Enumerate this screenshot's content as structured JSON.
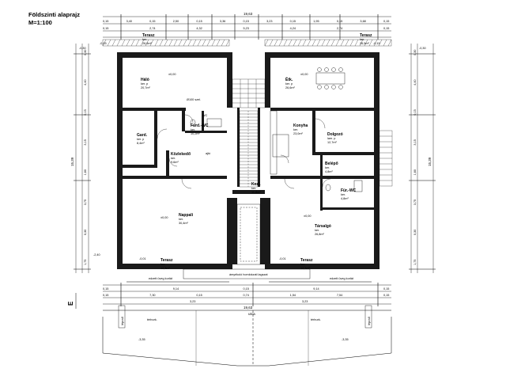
{
  "title": "Földszinti alaprajz",
  "scale": "M=1:100",
  "rooms": [
    {
      "name": "Háló",
      "sub": "ker. p",
      "area": "20,7m²"
    },
    {
      "name": "Étk.",
      "sub": "ker. p",
      "area": "26,6m²"
    },
    {
      "name": "Gard.",
      "sub": "ker. p",
      "area": "8,4m²"
    },
    {
      "name": "Fürd.-WC",
      "sub": "ker.",
      "area": "10,2m²"
    },
    {
      "name": "Konyha",
      "sub": "ker.",
      "area": "23,0m²"
    },
    {
      "name": "Dolgozó",
      "sub": "lam. p",
      "area": "12,7m²"
    },
    {
      "name": "Közlekedő",
      "sub": "ker.",
      "area": "9,6m²"
    },
    {
      "name": "Belépő",
      "sub": "ker.",
      "area": "4,8m²"
    },
    {
      "name": "Kezl.",
      "sub": "ker.",
      "area": "11,8m²"
    },
    {
      "name": "Für.-WC",
      "sub": "ker.",
      "area": "4,8m²"
    },
    {
      "name": "Nappali",
      "sub": "ker.",
      "area": "30,4m²"
    },
    {
      "name": "Társalgó",
      "sub": "ker.",
      "area": "26,8m²"
    },
    {
      "name": "Terasz",
      "sub": "ker.",
      "area": "12,3m²"
    },
    {
      "name": "Terasz",
      "sub": "ker.",
      "area": "12,3m²"
    },
    {
      "name": "Terasz",
      "sub": "ker.",
      "area": "26,5m²"
    },
    {
      "name": "Terasz",
      "sub": "ker.",
      "area": "26,5m²"
    }
  ],
  "labels": {
    "street": "utca",
    "railing_left": "edzett üveg korlát",
    "railing_right": "edzett üveg korlát",
    "lightwell": "ámyékoló homlokzati lagszat",
    "stair_left": "lépcső",
    "stair_right": "lépcső",
    "paving_left": "térburk.",
    "paving_right": "térburk.",
    "wc_tag": "WC",
    "door_tag": "ajtó",
    "pipe": "Ø100 szel."
  },
  "levels": [
    "±0,00",
    "±0,00",
    "±0,00",
    "±0,00",
    "-0,15",
    "-0,15",
    "-0,30",
    "-0,30",
    "-0,01",
    "-0,01",
    "-3,35",
    "-3,35",
    "-2,40"
  ],
  "dimensions": {
    "top_total": "19,63",
    "top_row1": [
      "0,15",
      "3,40",
      "0,15",
      "2,50",
      "0,15",
      "3,36",
      "0,15",
      "3,23",
      "0,15",
      "1,95",
      "0,15",
      "3,68",
      "0,15"
    ],
    "top_row2": [
      "0,15",
      "2,74",
      "4,32",
      "5,23",
      "4,24",
      "2,74",
      "0,15"
    ],
    "bottom_total": "19,63",
    "bottom_row1": [
      "0,15",
      "9,14",
      "0,15",
      "9,14",
      "0,15"
    ],
    "bottom_row2": [
      "0,15",
      "7,30",
      "0,15",
      "0,74",
      "1,54",
      "7,54",
      "0,15"
    ],
    "bottom_row3": [
      "3,23",
      "3,23"
    ],
    "left_total": "15,39",
    "right_total": "15,39",
    "side_left": [
      "0,30",
      "4,40",
      "0,15",
      "3,15",
      "1,60",
      "3,75",
      "0,30",
      "1,75"
    ],
    "side_right": [
      "0,30",
      "4,40",
      "0,15",
      "3,15",
      "1,60",
      "3,75",
      "0,30",
      "1,75"
    ]
  }
}
